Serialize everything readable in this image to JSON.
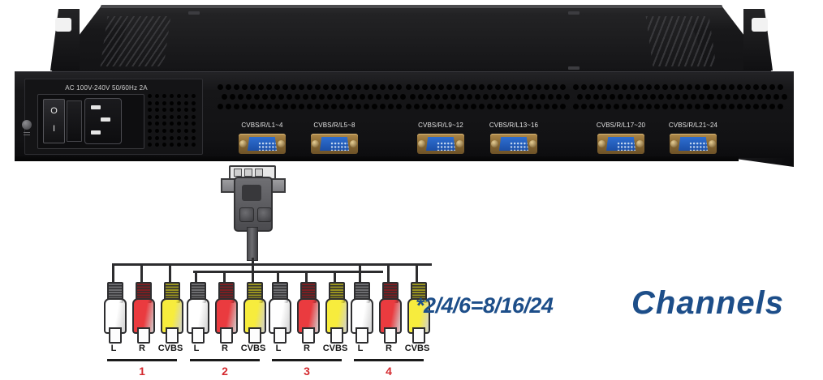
{
  "device": {
    "type": "1U rack-mount encoder chassis",
    "power_label": "AC 100V-240V 50/60Hz 2A",
    "switch_off": "O",
    "switch_on": "I",
    "ports": [
      {
        "label": "CVBS/R/L1~4",
        "icon": "vga-port-icon"
      },
      {
        "label": "CVBS/R/L5~8",
        "icon": "vga-port-icon"
      },
      {
        "label": "CVBS/R/L9~12",
        "icon": "vga-port-icon"
      },
      {
        "label": "CVBS/R/L13~16",
        "icon": "vga-port-icon"
      },
      {
        "label": "CVBS/R/L17~20",
        "icon": "vga-port-icon"
      },
      {
        "label": "CVBS/R/L21~24",
        "icon": "vga-port-icon"
      }
    ]
  },
  "breakout": {
    "connector": "VGA male D-sub breakout plug",
    "groups": [
      {
        "number": "1",
        "jacks": [
          {
            "label": "L",
            "color": "#ffffff",
            "ridge": "#6d6d70"
          },
          {
            "label": "R",
            "color": "#ea3b3f",
            "ridge": "#7d1f22"
          },
          {
            "label": "CVBS",
            "color": "#f7ec3d",
            "ridge": "#9a9420"
          }
        ]
      },
      {
        "number": "2",
        "jacks": [
          {
            "label": "L",
            "color": "#ffffff",
            "ridge": "#6d6d70"
          },
          {
            "label": "R",
            "color": "#ea3b3f",
            "ridge": "#7d1f22"
          },
          {
            "label": "CVBS",
            "color": "#f7ec3d",
            "ridge": "#9a9420"
          }
        ]
      },
      {
        "number": "3",
        "jacks": [
          {
            "label": "L",
            "color": "#ffffff",
            "ridge": "#6d6d70"
          },
          {
            "label": "R",
            "color": "#ea3b3f",
            "ridge": "#7d1f22"
          },
          {
            "label": "CVBS",
            "color": "#f7ec3d",
            "ridge": "#9a9420"
          }
        ]
      },
      {
        "number": "4",
        "jacks": [
          {
            "label": "L",
            "color": "#ffffff",
            "ridge": "#6d6d70"
          },
          {
            "label": "R",
            "color": "#ea3b3f",
            "ridge": "#7d1f22"
          },
          {
            "label": "CVBS",
            "color": "#f7ec3d",
            "ridge": "#9a9420"
          }
        ]
      }
    ]
  },
  "annotation": {
    "formula": "*2/4/6=8/16/24",
    "channels": "Channels",
    "color": "#1d4e89"
  },
  "colors": {
    "chassis": "#16161a",
    "vga_shell": "#8a6a34",
    "vga_insert": "#1b4fa8",
    "group_number": "#d42a2f",
    "annotation": "#1d4e89"
  }
}
